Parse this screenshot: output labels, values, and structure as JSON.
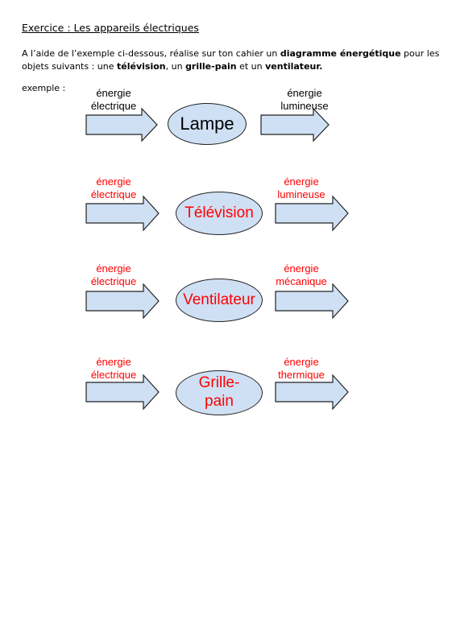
{
  "header": {
    "title": "Exercice : Les appareils électriques"
  },
  "instructions": {
    "part1": "A l’aide de l’exemple ci-dessous, réalise sur ton cahier un ",
    "bold1": "diagramme énergétique",
    "part2": " pour les objets suivants : une ",
    "bold2": "télévision",
    "part3": ", un ",
    "bold3": "grille-pain",
    "part4": " et un ",
    "bold4": "ventilateur."
  },
  "example_label": "exemple :",
  "colors": {
    "arrow_fill": "#cfe0f4",
    "oval_fill": "#cfe0f4",
    "answer_text": "#ff0000",
    "example_text": "#000000"
  },
  "diagrams": [
    {
      "input": [
        "énergie",
        "électrique"
      ],
      "device": "Lampe",
      "output": [
        "énergie",
        "lumineuse"
      ]
    },
    {
      "input": [
        "énergie",
        "électrique"
      ],
      "device": "Télévision",
      "output": [
        "énergie",
        "lumineuse"
      ]
    },
    {
      "input": [
        "énergie",
        "électrique"
      ],
      "device": "Ventilateur",
      "output": [
        "énergie",
        "mécanique"
      ]
    },
    {
      "input": [
        "énergie",
        "électrique"
      ],
      "device": "Grille-\npain",
      "device_lines": [
        "Grille-",
        "pain"
      ],
      "output": [
        "énergie",
        "thermique"
      ]
    }
  ]
}
